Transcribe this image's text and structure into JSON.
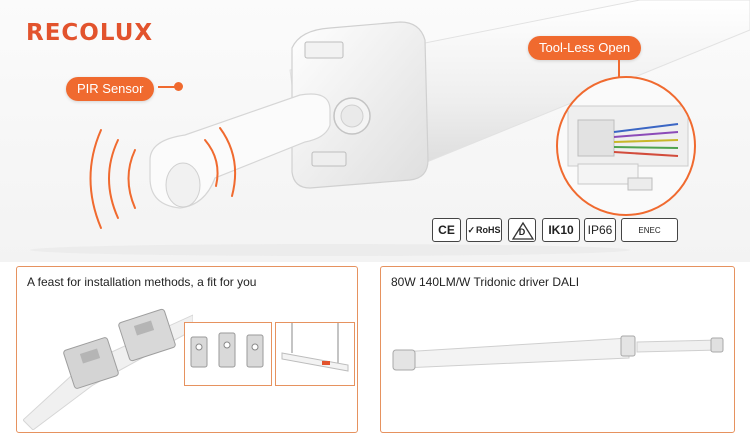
{
  "brand": {
    "logo_text": "RECOLUX",
    "accent_color": "#f06a2f"
  },
  "hero": {
    "callouts": {
      "pir_sensor": "PIR Sensor",
      "tool_less": "Tool-Less Open"
    },
    "certifications": [
      "CE",
      "RoHS",
      "D",
      "IK10",
      "IP66",
      "ENEC"
    ]
  },
  "panels": {
    "installation": {
      "title": "A feast for installation methods, a fit for you"
    },
    "driver": {
      "title": "80W 140LM/W Tridonic driver  DALI"
    }
  }
}
